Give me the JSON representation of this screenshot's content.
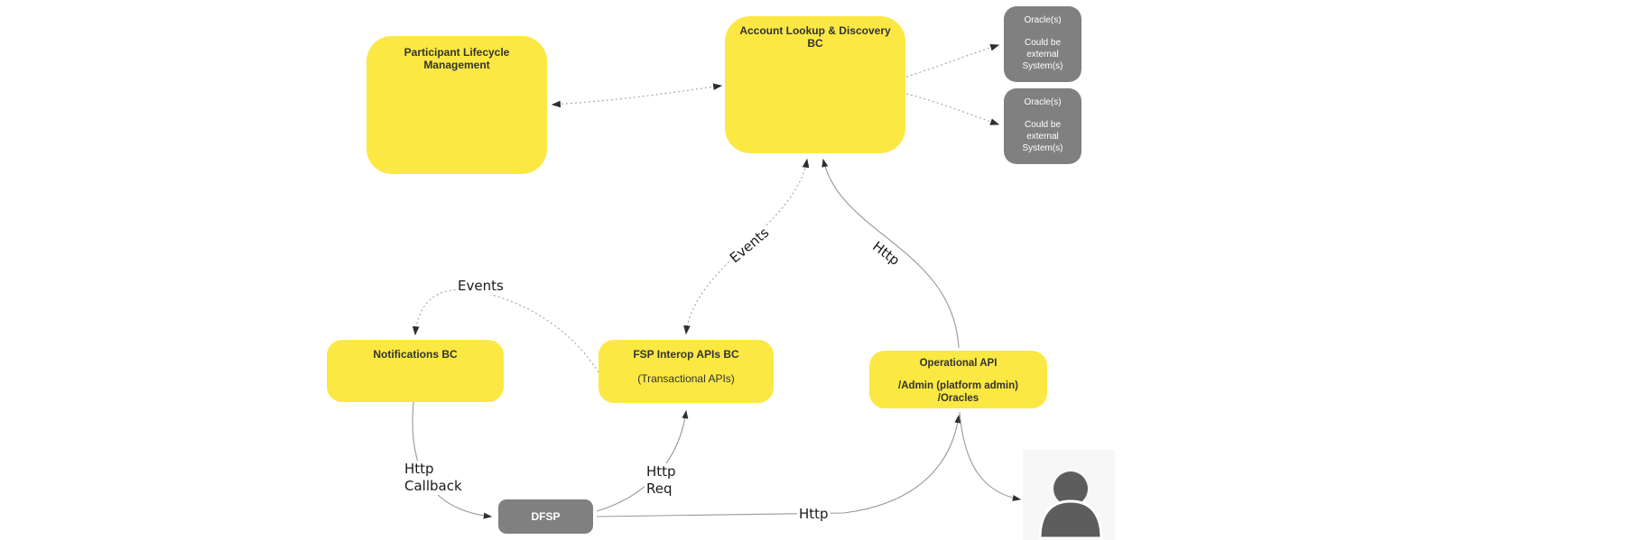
{
  "colors": {
    "node_yellow": "#FBE843",
    "node_gray": "#808080",
    "node_text": "#333333",
    "edge_solid": "#979797",
    "edge_dotted": "#a8a8a8",
    "arrow": "#2f2f2f",
    "label_text": "#1a1a1a",
    "person_bg": "#f7f7f7",
    "person_fill": "#5d5d5d"
  },
  "nodes": {
    "participant_lifecycle": {
      "title": "Participant Lifecycle Management"
    },
    "account_lookup": {
      "title": "Account Lookup & Discovery BC"
    },
    "oracle_top": {
      "title": "Oracle(s)",
      "subtitle": "Could be external System(s)"
    },
    "oracle_bottom": {
      "title": "Oracle(s)",
      "subtitle": "Could be external System(s)"
    },
    "notifications": {
      "title": "Notifications BC"
    },
    "fsp_interop": {
      "title": "FSP Interop APIs BC",
      "subtitle": "(Transactional APIs)"
    },
    "operational_api": {
      "title": "Operational API",
      "line1": "/Admin (platform admin)",
      "line2": "/Oracles"
    },
    "dfsp": {
      "title": "DFSP"
    }
  },
  "edge_labels": {
    "events_notifications": "Events",
    "events_account": "Events",
    "http_account": "Http",
    "http_callback_line1": "Http",
    "http_callback_line2": "Callback",
    "http_req_line1": "Http",
    "http_req_line2": "Req",
    "http_dfsp_operational": "Http"
  }
}
